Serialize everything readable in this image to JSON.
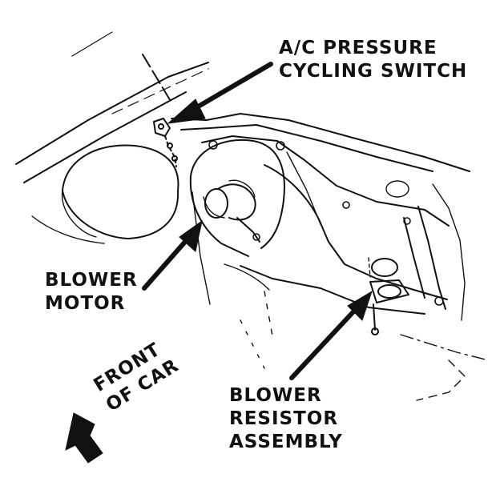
{
  "labels": {
    "ac_pressure_switch": [
      "A/C PRESSURE",
      "CYCLING SWITCH"
    ],
    "blower_motor": [
      "BLOWER",
      "MOTOR"
    ],
    "blower_resistor": [
      "BLOWER",
      "RESISTOR",
      "ASSEMBLY"
    ],
    "front_of_car": [
      "FRONT",
      "OF CAR"
    ]
  },
  "colors": {
    "ink": "#111111",
    "background": "#ffffff"
  }
}
